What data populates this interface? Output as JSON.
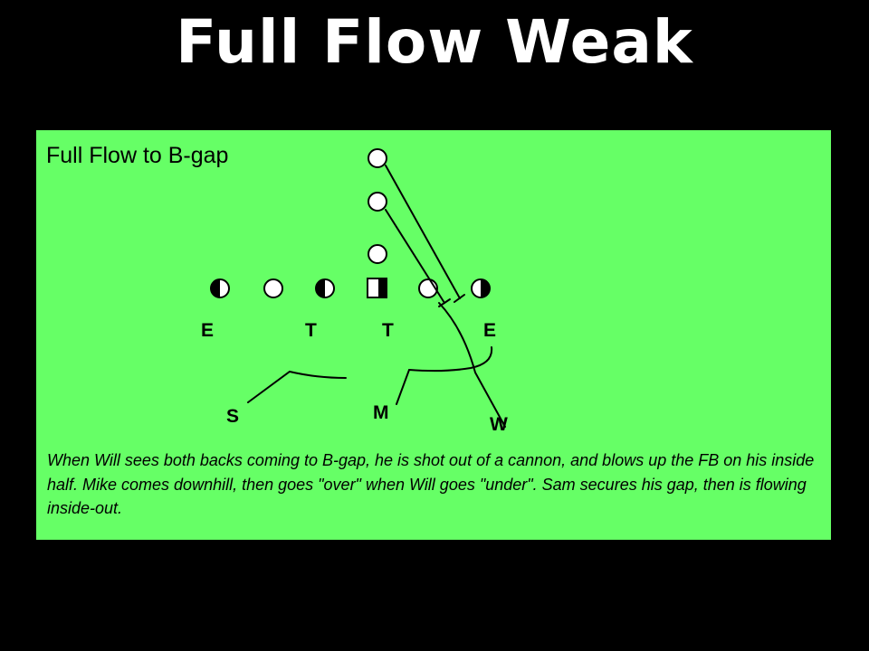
{
  "slide": {
    "title": "Full Flow Weak"
  },
  "panel": {
    "title": "Full Flow to B-gap",
    "background": "#66ff66",
    "caption": "When Will sees both backs coming to B-gap, he is shot out of a cannon, and blows up the FB on his inside half.  Mike comes downhill, then goes \"over\" when Will goes \"under\".  Sam secures his gap, then is flowing inside-out."
  },
  "diagram": {
    "defense_labels": {
      "e_left": "E",
      "t_left": "T",
      "t_right": "T",
      "e_right": "E",
      "sam": "S",
      "mike": "M",
      "will": "W"
    },
    "offense_symbols": [
      "half-circle",
      "circle",
      "half-circle",
      "center-square",
      "circle",
      "half-circle"
    ],
    "backfield": [
      "circle",
      "circle",
      "circle"
    ]
  }
}
